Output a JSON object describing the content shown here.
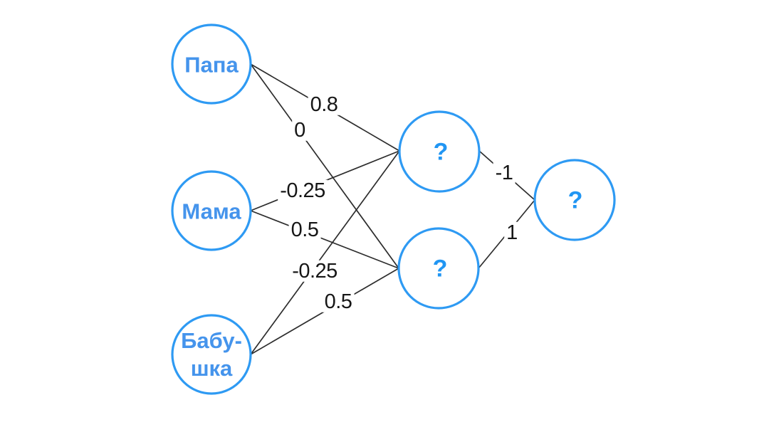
{
  "diagram": {
    "type": "neural-network",
    "nodes": {
      "papa": {
        "label": "Папа"
      },
      "mama": {
        "label": "Мама"
      },
      "babushka": {
        "label_line1": "Бабу-",
        "label_line2": "шка"
      },
      "hidden1": {
        "label": "?"
      },
      "hidden2": {
        "label": "?"
      },
      "output": {
        "label": "?"
      }
    },
    "weights": {
      "papa_hidden1": "0.8",
      "papa_hidden2": "0",
      "mama_hidden1": "-0.25",
      "mama_hidden2": "0.5",
      "babushka_hidden1": "-0.25",
      "babushka_hidden2": "0.5",
      "hidden1_output": "-1",
      "hidden2_output": "1"
    },
    "colors": {
      "node_stroke": "#2e9af3",
      "node_label_text": "#4594ec",
      "question_mark": "#2196f3",
      "edge_line": "#2d2d2d",
      "weight_text": "#161616",
      "background": "#ffffff"
    }
  }
}
